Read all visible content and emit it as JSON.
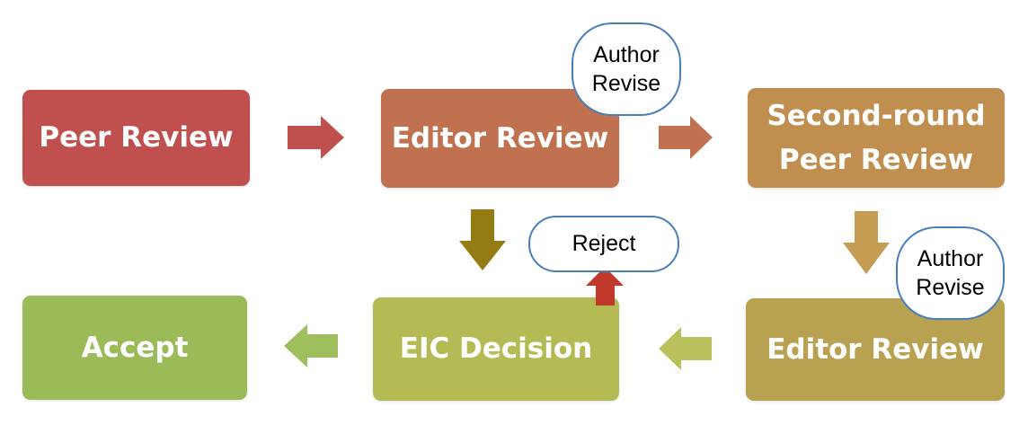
{
  "boxes": {
    "peer_review": {
      "label": "Peer Review",
      "color": "#c0504d"
    },
    "editor_review_1": {
      "label": "Editor Review",
      "color": "#c0714f"
    },
    "second_round": {
      "label": "Second-round\nPeer Review",
      "color": "#c08f4f"
    },
    "editor_review_2": {
      "label": "Editor Review",
      "color": "#b8a252"
    },
    "eic_decision": {
      "label": "EIC Decision",
      "color": "#b4bb55"
    },
    "accept": {
      "label": "Accept",
      "color": "#9bbb59"
    }
  },
  "notes": {
    "author_revise_1": "Author\nRevise",
    "author_revise_2": "Author\nRevise",
    "reject": "Reject"
  },
  "arrow_colors": {
    "peer_to_editor": "#c0504d",
    "editor_to_second": "#c0714f",
    "editor_to_eic": "#957c12",
    "second_to_editor2": "#c49c52",
    "editor2_to_eic": "#b9c25d",
    "eic_to_accept": "#9fbe5d",
    "eic_to_reject": "#c0392b"
  }
}
